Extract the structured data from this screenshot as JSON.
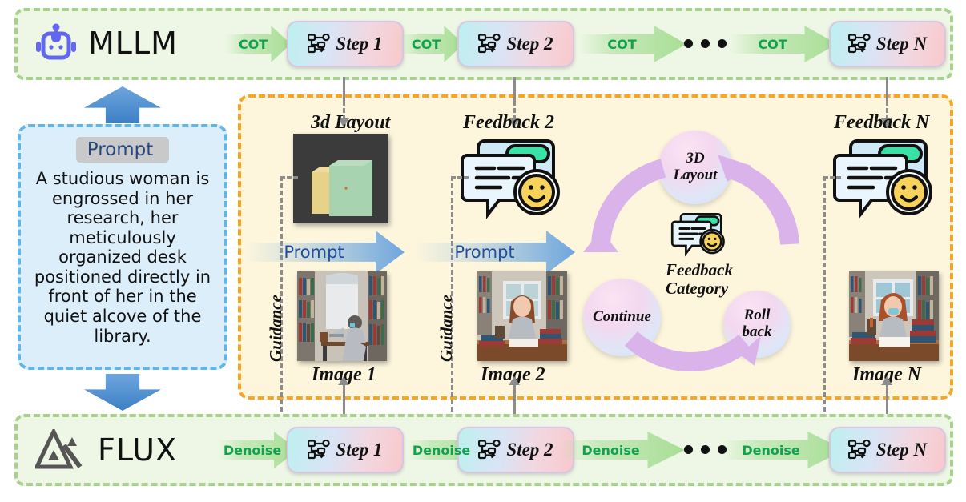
{
  "mllm_row": {
    "brand": "MLLM",
    "brand_icon": "robot-icon",
    "edge_label": "COT",
    "steps": [
      {
        "label": "Step 1"
      },
      {
        "label": "Step 2"
      },
      {
        "label": "Step N"
      }
    ],
    "ellipsis": "•••"
  },
  "flux_row": {
    "brand": "FLUX",
    "brand_icon": "flux-logo-icon",
    "edge_label": "Denoise",
    "steps": [
      {
        "label": "Step 1"
      },
      {
        "label": "Step 2"
      },
      {
        "label": "Step N"
      }
    ],
    "ellipsis": "•••"
  },
  "prompt_panel": {
    "chip_label": "Prompt",
    "text": "A studious woman is engrossed in her research, her meticulously organized desk positioned directly in front of her in the quiet alcove of the library."
  },
  "loop_panel": {
    "columns": [
      {
        "top_caption": "3d Layout",
        "top_kind": "layout-thumbnail",
        "bottom_caption": "Image 1",
        "guidance_label": "Guidance",
        "prompt_arrow_label": "Prompt"
      },
      {
        "top_caption": "Feedback 2",
        "top_kind": "feedback-icon",
        "bottom_caption": "Image 2",
        "guidance_label": "Guidance",
        "prompt_arrow_label": "Prompt"
      },
      {
        "top_caption": "Feedback N",
        "top_kind": "feedback-icon",
        "bottom_caption": "Image N",
        "guidance_label": "",
        "prompt_arrow_label": ""
      }
    ],
    "cycle": {
      "center_icon": "feedback-icon",
      "center_label_line1": "Feedback",
      "center_label_line2": "Category",
      "nodes": [
        {
          "line1": "3D",
          "line2": "Layout"
        },
        {
          "line1": "Roll",
          "line2": "back"
        },
        {
          "line1": "Continue",
          "line2": ""
        }
      ]
    }
  },
  "colors": {
    "panel_green_bg": "#eef7e6",
    "panel_green_border": "#a9d18e",
    "panel_orange_border": "#f5a623",
    "panel_orange_bg": "#fdf6dd",
    "panel_blue_bg": "#ddeefb",
    "panel_blue_border": "#62b5e5",
    "cot_text": "#12a150",
    "prompt_text": "#1f4e9c",
    "robot_icon": "#6366f1",
    "flux_icon": "#555555",
    "smiley_yellow": "#f6d365",
    "bubble_green": "#2fdca0"
  }
}
